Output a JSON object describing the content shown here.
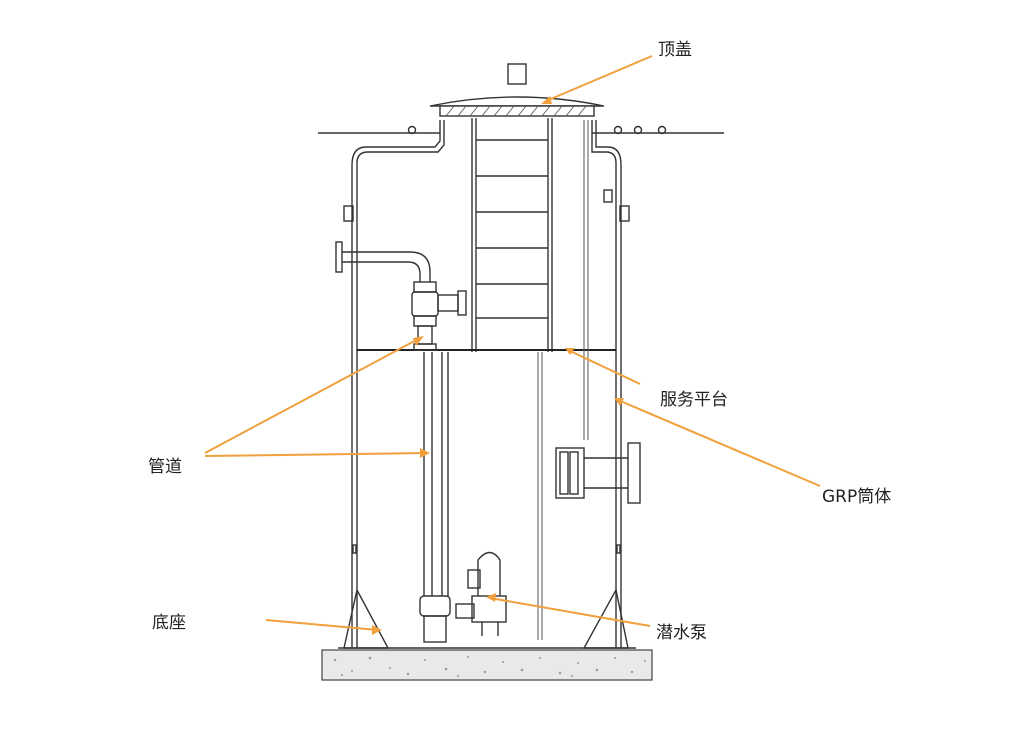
{
  "labels": {
    "top_cover": "顶盖",
    "service_platform": "服务平台",
    "pipe": "管道",
    "grp_tank": "GRP筒体",
    "base": "底座",
    "submersible_pump": "潜水泵"
  },
  "colors": {
    "leader_line": "#f0a03c",
    "line_art": "#333333",
    "background": "#ffffff",
    "concrete": "#e9e9e9"
  }
}
